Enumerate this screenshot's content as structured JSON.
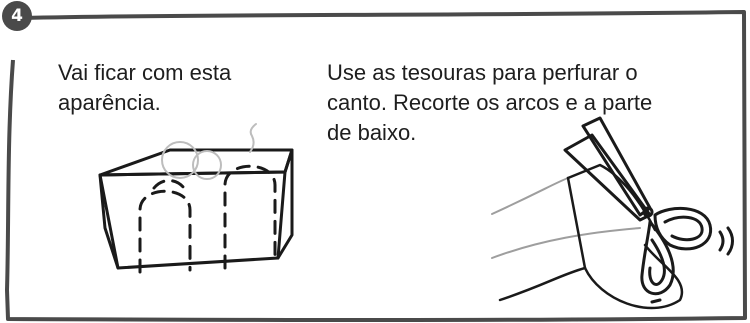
{
  "step": {
    "number": "4"
  },
  "instructions": {
    "left": "Vai ficar com esta\naparência.",
    "right": "Use as tesouras para perfurar o\ncanto. Recorte os arcos e a parte\nde baixo."
  },
  "colors": {
    "frame": "#4a4a4a",
    "text": "#1e1e1e",
    "ink": "#1a1a1a",
    "sketch": "#bdbdbd"
  },
  "icons": {
    "box": "box-with-cut-arcs-illustration",
    "scissors": "scissors-icon"
  }
}
